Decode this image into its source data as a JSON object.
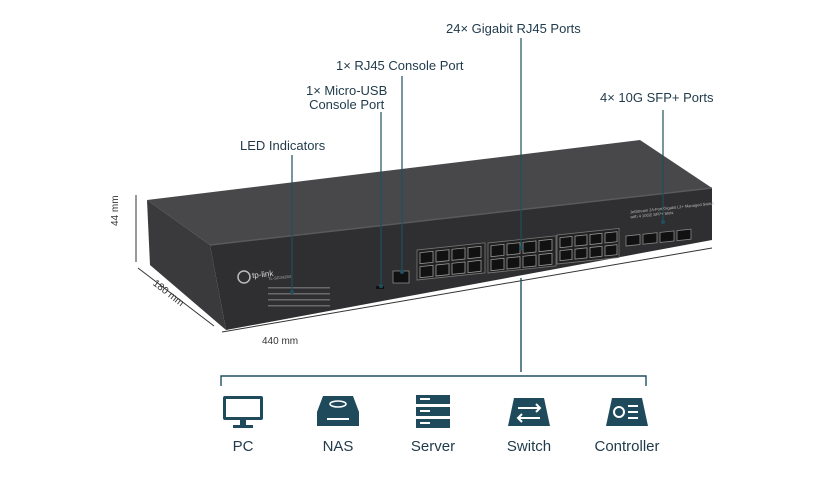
{
  "callouts": {
    "gigabit_ports": "24× Gigabit RJ45 Ports",
    "rj45_console": "1× RJ45 Console Port",
    "microusb_console_line1": "1× Micro-USB",
    "microusb_console_line2": "Console Port",
    "sfp_ports": "4× 10G SFP+ Ports",
    "led_indicators": "LED Indicators"
  },
  "dimensions": {
    "height": "44 mm",
    "depth": "180 mm",
    "width": "440 mm"
  },
  "device": {
    "brand": "tp-link",
    "model": "TL-SG3428X",
    "faceplate_text_line1": "JetStream 24-Port Gigabit L2+ Managed Switch",
    "faceplate_text_line2": "with 4 10GE SFP+ Slots"
  },
  "connections": [
    {
      "label": "PC",
      "icon": "pc-icon"
    },
    {
      "label": "NAS",
      "icon": "nas-icon"
    },
    {
      "label": "Server",
      "icon": "server-icon"
    },
    {
      "label": "Switch",
      "icon": "switch-icon"
    },
    {
      "label": "Controller",
      "icon": "controller-icon"
    }
  ],
  "colors": {
    "text": "#1f3a4a",
    "line": "#1f4f5f",
    "icon": "#1f4a5c",
    "chassis": "#3d3d3f"
  }
}
